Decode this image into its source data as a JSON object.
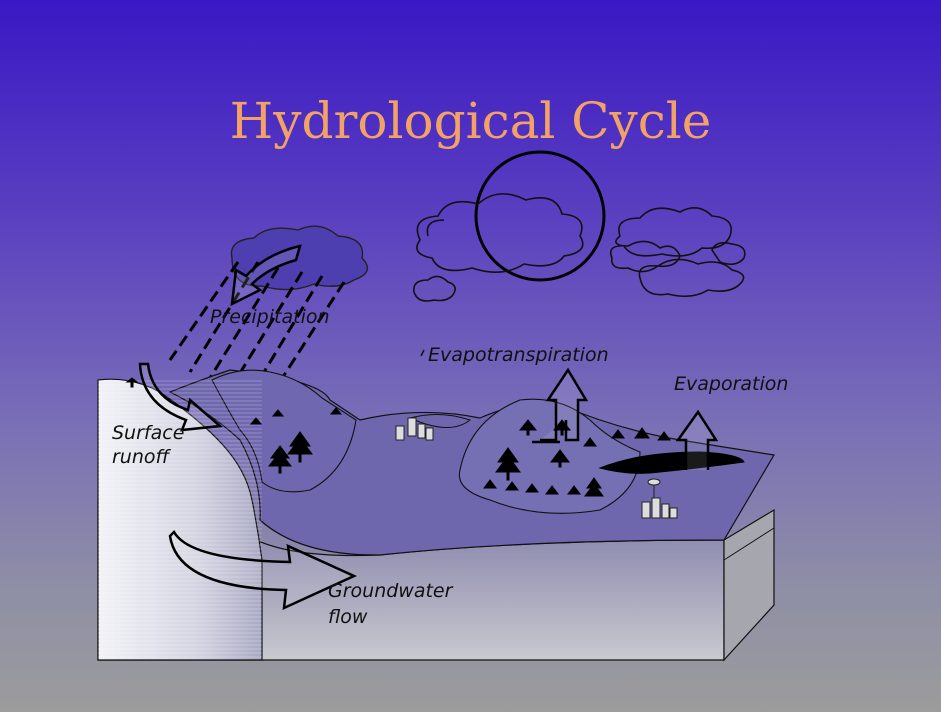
{
  "title": "Hydrological Cycle",
  "labels": {
    "precipitation": "Precipitation",
    "evapotranspiration": "Evapotranspiration",
    "evaporation": "Evaporation",
    "surface_runoff_line1": "Surface",
    "surface_runoff_line2": "runoff",
    "groundwater_line1": "Groundwater",
    "groundwater_line2": "flow"
  },
  "colors": {
    "title": "#f3a266",
    "background_top": "#3a18c4",
    "background_bottom": "#9c9c9c"
  }
}
